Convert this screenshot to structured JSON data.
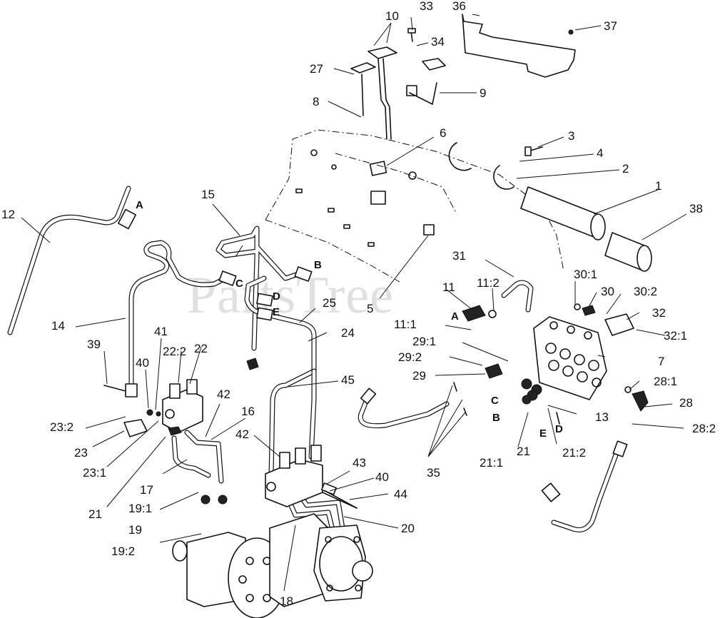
{
  "watermark": "PartsTree",
  "port_letters": [
    "A",
    "B",
    "C",
    "D",
    "E",
    "A",
    "C",
    "B",
    "E",
    "D"
  ],
  "callouts": [
    "1",
    "2",
    "3",
    "4",
    "5",
    "6",
    "7",
    "8",
    "9",
    "10",
    "11",
    "11:1",
    "11:2",
    "12",
    "13",
    "14",
    "15",
    "16",
    "17",
    "18",
    "19",
    "19:1",
    "19:2",
    "20",
    "21",
    "21:1",
    "21:2",
    "21",
    "22",
    "22:2",
    "23",
    "23:1",
    "23:2",
    "24",
    "25",
    "27",
    "28",
    "28:1",
    "28:2",
    "29",
    "29:1",
    "29:2",
    "30",
    "30:1",
    "30:2",
    "31",
    "32",
    "32:1",
    "33",
    "34",
    "35",
    "36",
    "37",
    "38",
    "39",
    "40",
    "40",
    "41",
    "42",
    "42",
    "43",
    "44",
    "45"
  ]
}
